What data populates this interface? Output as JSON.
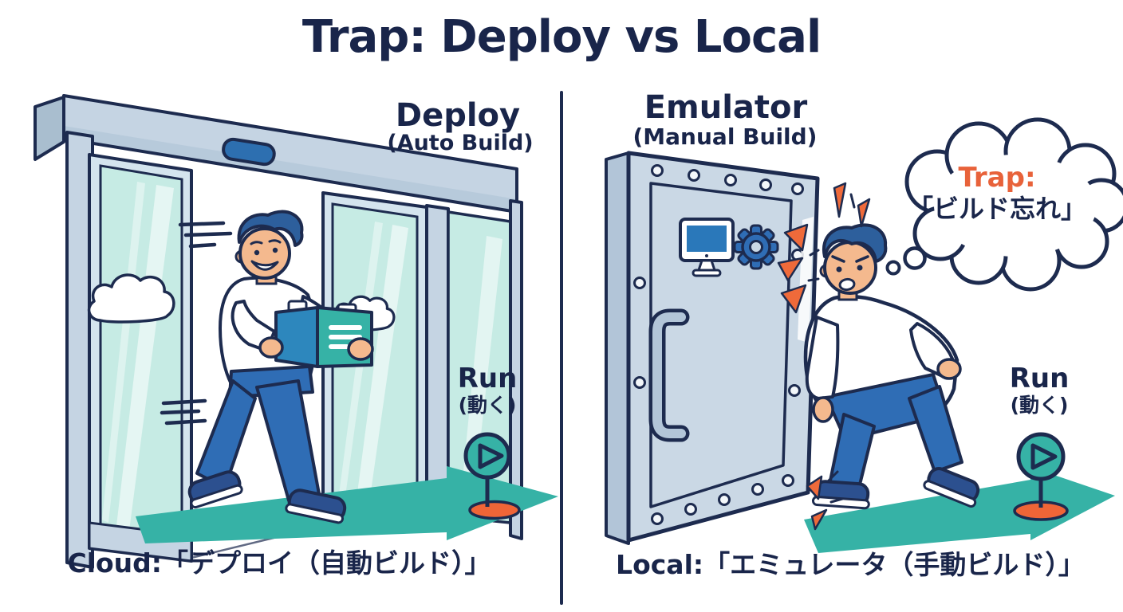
{
  "title": "Trap: Deploy vs Local",
  "left_panel": {
    "heading": "Deploy",
    "subheading": "(Auto Build)",
    "run_label": "Run",
    "run_sublabel": "(動く)",
    "caption": "Cloud:「デプロイ（自動ビルド）」",
    "icons": [
      "automatic-sliding-door-icon",
      "cloud-decal-icon",
      "motion-lines-icon",
      "package-box-icon",
      "play-icon",
      "arrow-forward-icon"
    ]
  },
  "right_panel": {
    "heading": "Emulator",
    "subheading": "(Manual Build)",
    "thought_bubble": {
      "highlight": "Trap:",
      "text": "「ビルド忘れ」"
    },
    "run_label": "Run",
    "run_sublabel": "(動く)",
    "caption": "Local:「エミュレータ（手動ビルド）」",
    "icons": [
      "metal-door-icon",
      "monitor-icon",
      "gear-icon",
      "door-handle-icon",
      "impact-burst-icon",
      "thought-bubble-icon",
      "play-icon",
      "arrow-forward-icon"
    ]
  },
  "colors": {
    "navy_outline": "#1d2b4f",
    "text_navy": "#19254a",
    "teal": "#36b2a6",
    "orange": "#e8623a",
    "orange_base": "#ef6537",
    "blue": "#2f6db5",
    "box_blue": "#2d87bd",
    "hair_blue": "#2d5f9c",
    "skin": "#f4b98e",
    "door_metal": "#cad8e5",
    "door_metal_dark": "#b2c5d8",
    "glass_teal": "#c6ebe4",
    "frame_gray": "#c5d4e3"
  }
}
